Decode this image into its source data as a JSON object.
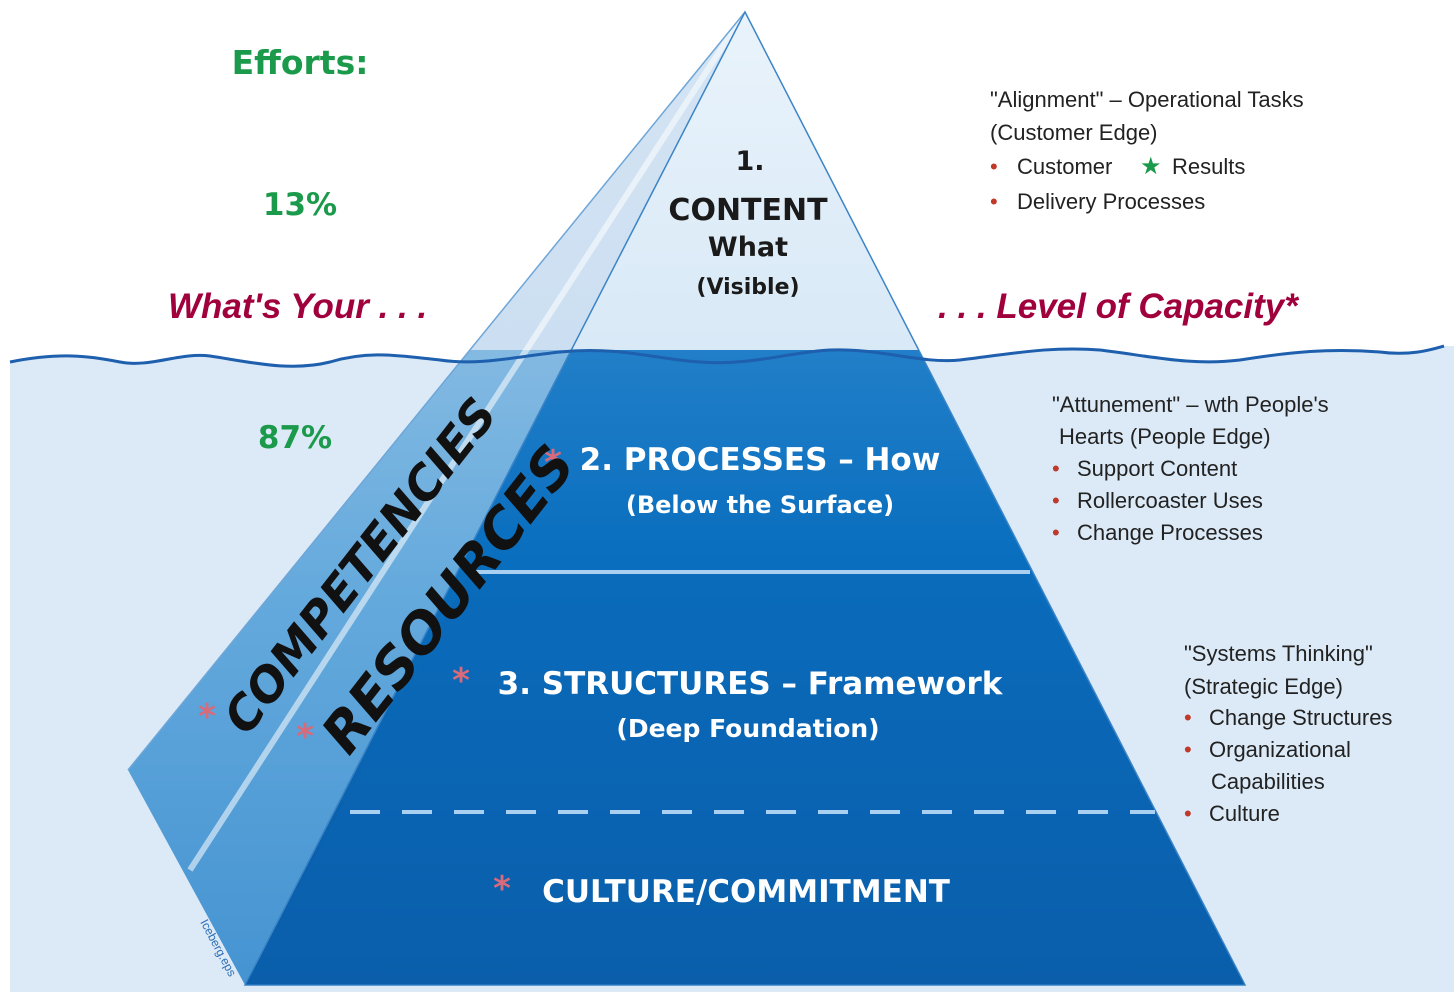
{
  "colors": {
    "effort_green": "#1a9a4a",
    "heading_maroon": "#a0003c",
    "asterisk_pink": "#d86a7a",
    "bullet_red": "#c0392b",
    "water_light": "#dceaf7",
    "pyramid_dark": "#0a5da8",
    "star_green": "#1a9a4a"
  },
  "left_panel": {
    "efforts_label": "Efforts:",
    "above_pct": "13%",
    "below_pct": "87%"
  },
  "headline": {
    "left": "What's Your . . .",
    "right": ". . . Level of Capacity*"
  },
  "pyramid": {
    "tier1": {
      "number": "1.",
      "title": "CONTENT",
      "subtitle": "What",
      "note": "(Visible)"
    },
    "tier2": {
      "asterisk": "*",
      "title": "2. PROCESSES – How",
      "note": "(Below the Surface)"
    },
    "tier3": {
      "asterisk": "*",
      "title": "3. STRUCTURES – Framework",
      "note": "(Deep Foundation)"
    },
    "tier4": {
      "asterisk": "*",
      "title": "CULTURE/COMMITMENT"
    },
    "side_left": {
      "asterisk": "*",
      "label": "COMPETENCIES"
    },
    "side_right": {
      "asterisk": "*",
      "label": "RESOURCES"
    },
    "file_tag": "Iceberg.eps"
  },
  "notes": {
    "alignment": {
      "line1": "\"Alignment\" – Operational Tasks",
      "line2": "(Customer Edge)",
      "bullets": [
        "Customer",
        "Results",
        "Delivery Processes"
      ],
      "star_icon": "star-icon"
    },
    "attunement": {
      "line1": "\"Attunement\" – wth People's",
      "line2": "Hearts (People Edge)",
      "bullets": [
        "Support Content",
        "Rollercoaster Uses",
        "Change Processes"
      ]
    },
    "systems": {
      "line1": "\"Systems Thinking\"",
      "line2": "(Strategic Edge)",
      "bullets": [
        "Change Structures",
        "Organizational",
        "Capabilities",
        "Culture"
      ]
    },
    "bullet_symbol": "•",
    "star_symbol": "★"
  }
}
